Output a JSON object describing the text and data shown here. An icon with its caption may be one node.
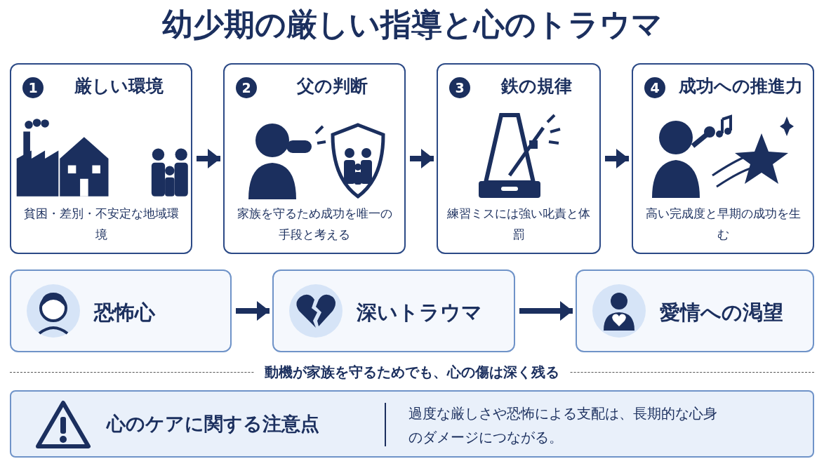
{
  "diagram": {
    "title": "幼少期の厳しい指導と心のトラウマ",
    "nodes": [
      {
        "text": [
          "1",
          "厳しい環境",
          "貧困・差別・不安定な地域環境"
        ]
      },
      {
        "text": [
          "2",
          "父の判断",
          "家族を守るため成功を唯一の手段と考える"
        ]
      },
      {
        "text": [
          "3",
          "鉄の規律",
          "練習ミスには強い叱責と体罰"
        ]
      },
      {
        "text": [
          "4",
          "成功への推進力",
          "高い完成度と早期の成功を生む"
        ]
      },
      {
        "text": [
          "恐怖心"
        ]
      },
      {
        "text": [
          "深いトラウマ"
        ]
      },
      {
        "text": [
          "愛情への渇望"
        ]
      },
      {
        "text": [
          "心のケアに関する注意点",
          "過度な厳しさや恐怖による支配は、長期的な心身のダメージにつながる。"
        ]
      }
    ],
    "edges": [
      {
        "from": 0,
        "to": 1,
        "arrow": "to"
      },
      {
        "from": 1,
        "to": 2,
        "arrow": "to"
      },
      {
        "from": 2,
        "to": 3,
        "arrow": "to"
      },
      {
        "from": 4,
        "to": 5,
        "arrow": "to"
      },
      {
        "from": 5,
        "to": 6,
        "arrow": "to"
      }
    ],
    "labels": [
      "動機が家族を守るためでも、心の傷は深く残る"
    ]
  }
}
